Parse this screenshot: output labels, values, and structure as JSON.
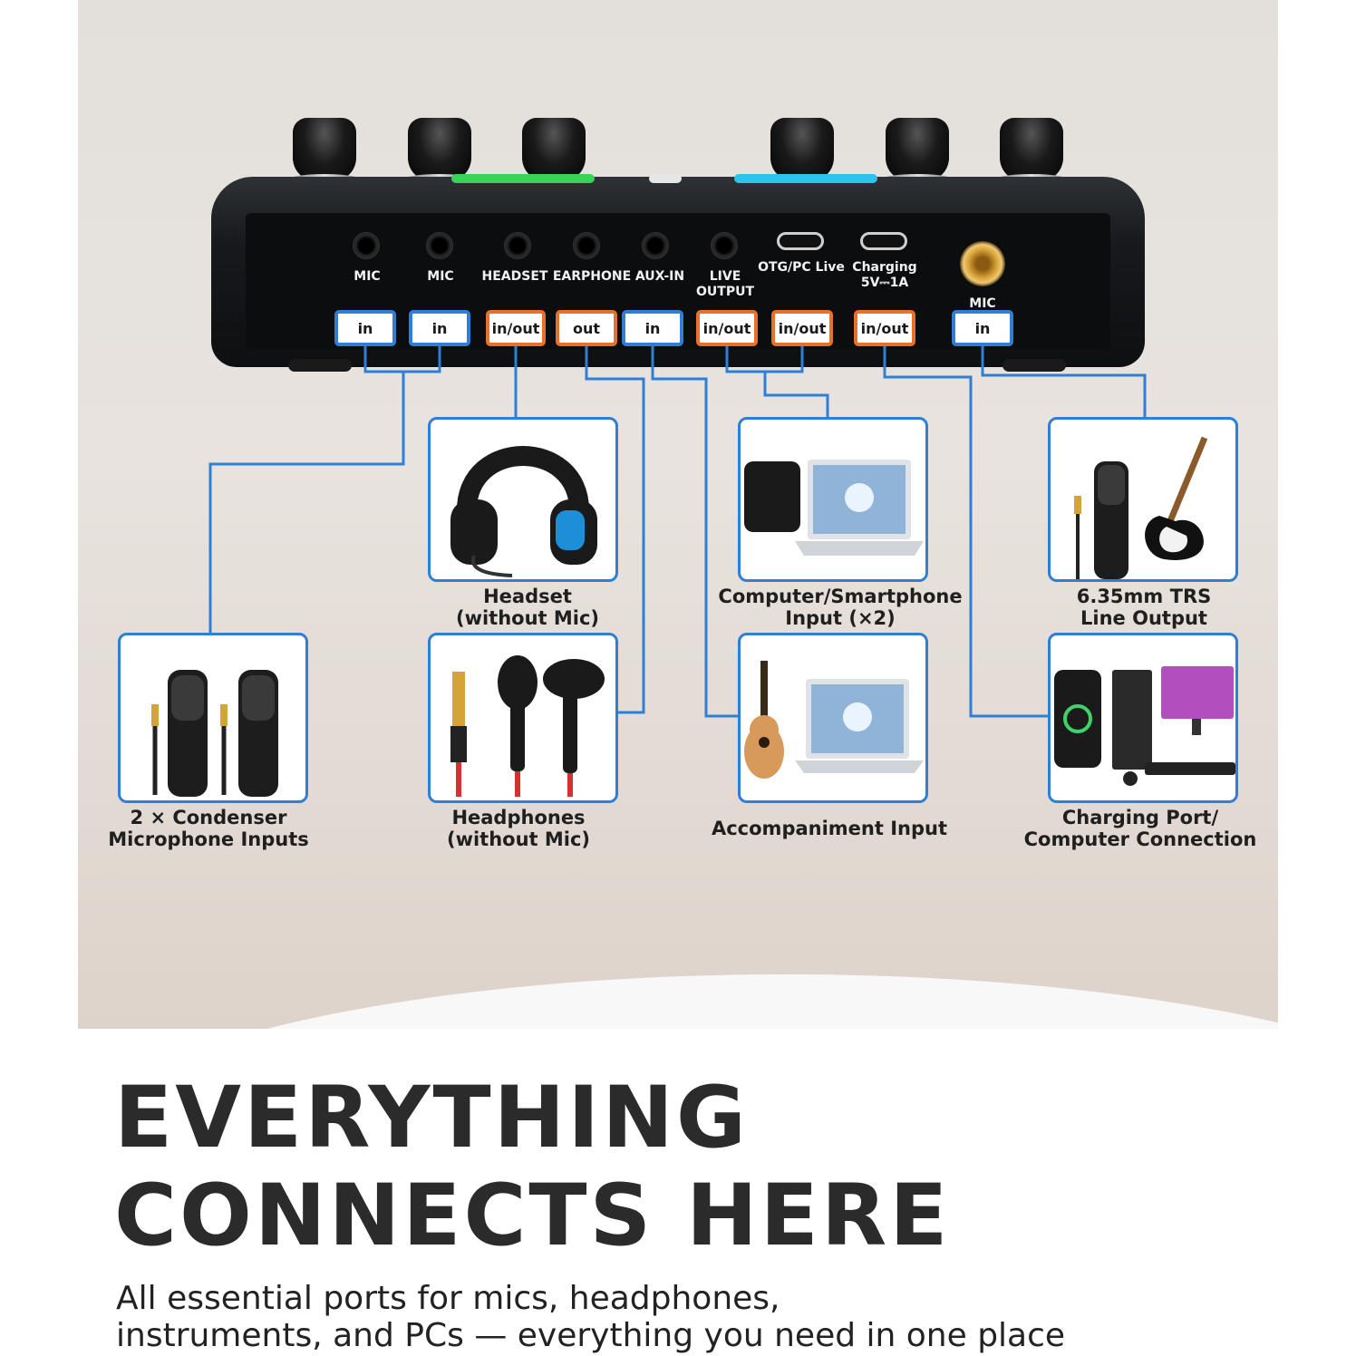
{
  "device": {
    "ports": [
      {
        "label": "MIC",
        "tag": "in"
      },
      {
        "label": "MIC",
        "tag": "in"
      },
      {
        "label": "HEADSET",
        "tag": "in/out"
      },
      {
        "label": "EARPHONE",
        "tag": "out"
      },
      {
        "label": "AUX-IN",
        "tag": "in"
      },
      {
        "label": "LIVE\nOUTPUT",
        "tag": "in/out"
      },
      {
        "label": "OTG/PC Live",
        "tag": "in/out"
      },
      {
        "label": "Charging\n5V⎓1A",
        "tag": "in/out"
      },
      {
        "label": "MIC",
        "tag": "in"
      }
    ]
  },
  "cards": {
    "mics": "2 × Condenser\nMicrophone Inputs",
    "headset": "Headset\n(without Mic)",
    "headphones": "Headphones\n(without Mic)",
    "computer": "Computer/Smartphone\nInput (×2)",
    "accompaniment": "Accompaniment Input",
    "trs": "6.35mm TRS\nLine Output",
    "charging": "Charging Port/\nComputer Connection"
  },
  "headline": {
    "line1": "EVERYTHING",
    "line2": "CONNECTS HERE"
  },
  "subline": {
    "line1": "All essential ports for mics, headphones,",
    "line2": "instruments, and PCs — everything you need in one place"
  },
  "colors": {
    "wire": "#2f7fd6",
    "tag_in": "#2f7fd6",
    "tag_out": "#e8702a",
    "light_green": "#39d35a",
    "light_cyan": "#2cc4e8"
  }
}
